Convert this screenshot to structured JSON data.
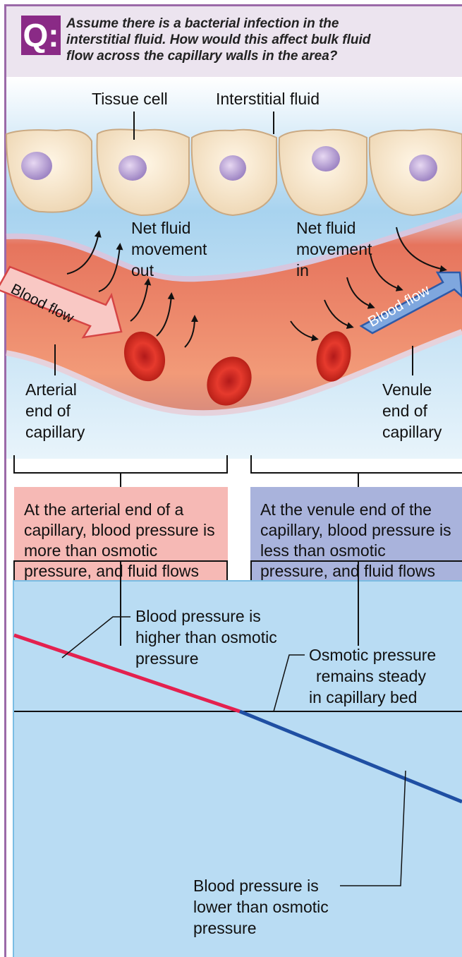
{
  "question": {
    "badge": "Q:",
    "text": "Assume there is a bacterial infection in the interstitial fluid. How would this affect bulk fluid flow across the capillary walls in the area?"
  },
  "illustration": {
    "tissue_cell_label": "Tissue cell",
    "interstitial_fluid_label": "Interstitial fluid",
    "net_out_line1": "Net fluid",
    "net_out_line2": "movement",
    "net_out_line3": "out",
    "net_in_line1": "Net fluid",
    "net_in_line2": "movement",
    "net_in_line3": "in",
    "blood_flow_left": "Blood flow",
    "blood_flow_right": "Blood flow",
    "arterial_line1": "Arterial",
    "arterial_line2": "end of",
    "arterial_line3": "capillary",
    "venule_line1": "Venule",
    "venule_line2": "end of",
    "venule_line3": "capillary"
  },
  "boxes": {
    "arterial": "At the arterial end of a capillary, blood pressure is more than osmotic pressure, and fluid flows out of the capillary and into the interstitial fluid.",
    "venule": "At the venule end of the capillary, blood pressure is less than osmotic pressure, and fluid flows from the interstitial fluid into the capillary."
  },
  "graph": {
    "bp_higher_line1": "Blood pressure is",
    "bp_higher_line2": "higher than osmotic",
    "bp_higher_line3": "pressure",
    "osmotic_line1": "Osmotic pressure",
    "osmotic_line2": "remains steady",
    "osmotic_line3": "in capillary bed",
    "bp_lower_line1": "Blood pressure is",
    "bp_lower_line2": "lower than osmotic",
    "bp_lower_line3": "pressure"
  },
  "colors": {
    "purple_accent": "#8a2a86",
    "arterial_blood": "#e4214f",
    "venous_blood": "#1f4fa3",
    "box_red": "#f6b9b5",
    "box_blue": "#a9b3dc",
    "graph_bg": "#b9dcf3"
  }
}
